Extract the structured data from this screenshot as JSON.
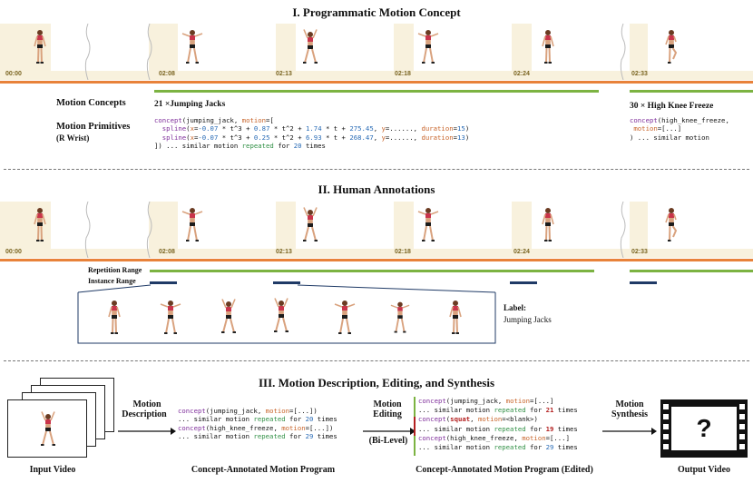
{
  "section1": {
    "title": "I. Programmatic Motion Concept",
    "timestamps": [
      "00:00",
      "02:08",
      "02:13",
      "02:18",
      "02:24",
      "02:33"
    ],
    "motion_concepts_label": "Motion Concepts",
    "motion_primitives_label": "Motion Primitives",
    "motion_primitives_sub": "(R Wrist)",
    "concept1_heading": "21 ×Jumping Jacks",
    "concept2_heading": "30 × High Knee Freeze",
    "code1": {
      "l1_fn": "concept",
      "l1_open": "(jumping_jack, ",
      "l1_kw": "motion",
      "l1_rest": "=[",
      "l2_fn": "  spline",
      "l2_p1": "(",
      "l2_x": "x",
      "l2_a": "=",
      "l2_n1": "-0.07",
      "l2_b": " * t^3 + ",
      "l2_n2": "0.87",
      "l2_c": " * t^2 + ",
      "l2_n3": "1.74",
      "l2_d": " * t + ",
      "l2_n4": "275.45",
      "l2_e": ", ",
      "l2_y": "y",
      "l2_f": "=......, ",
      "l2_dur": "duration",
      "l2_g": "=",
      "l2_n5": "15",
      "l2_h": ")",
      "l3_fn": "  spline",
      "l3_p1": "(",
      "l3_x": "x",
      "l3_a": "=",
      "l3_n1": "-0.07",
      "l3_b": " * t^3 + ",
      "l3_n2": "0.25",
      "l3_c": " * t^2 + ",
      "l3_n3": "6.93",
      "l3_d": " * t + ",
      "l3_n4": "268.47",
      "l3_e": ", ",
      "l3_y": "y",
      "l3_f": "=......, ",
      "l3_dur": "duration",
      "l3_g": "=",
      "l3_n5": "13",
      "l3_h": ")",
      "l4_a": "]) ... similar motion ",
      "l4_kw": "repeated",
      "l4_b": " for ",
      "l4_n": "20",
      "l4_c": " times"
    },
    "code2": {
      "l1_fn": "concept",
      "l1_rest": "(high_knee_freeze,",
      "l2_kw": " motion",
      "l2_rest": "=[...]",
      "l3": ") ... similar motion"
    }
  },
  "section2": {
    "title": "II. Human Annotations",
    "timestamps": [
      "00:00",
      "02:08",
      "02:13",
      "02:18",
      "02:24",
      "02:33"
    ],
    "repetition_range_label": "Repetition Range",
    "instance_range_label": "Instance Range",
    "label_title": "Label:",
    "label_value": "Jumping Jacks"
  },
  "section3": {
    "title": "III. Motion Description, Editing, and Synthesis",
    "motion_description": [
      "Motion",
      "Description"
    ],
    "motion_editing": [
      "Motion",
      "Editing"
    ],
    "bi_level": "(Bi-Level)",
    "motion_synthesis": [
      "Motion",
      "Synthesis"
    ],
    "question_mark": "?",
    "input_video_label": "Input Video",
    "program_label": "Concept-Annotated Motion Program",
    "program_edited_label": "Concept-Annotated Motion Program (Edited)",
    "output_video_label": "Output Video",
    "prog": {
      "l1_fn": "concept",
      "l1_a": "(jumping_jack, ",
      "l1_kw": "motion",
      "l1_b": "=[...])",
      "l2_a": "... similar motion ",
      "l2_kw": "repeated",
      "l2_b": " for ",
      "l2_n": "20",
      "l2_c": " times",
      "l3_fn": "concept",
      "l3_a": "(high_knee_freeze, ",
      "l3_kw": "motion",
      "l3_b": "=[...])",
      "l4_a": "... similar motion ",
      "l4_kw": "repeated",
      "l4_b": " for ",
      "l4_n": "29",
      "l4_c": " times"
    },
    "prog_edit": {
      "l1_fn": "concept",
      "l1_a": "(jumping_jack, ",
      "l1_kw": "motion",
      "l1_b": "=[...]",
      "l2_a": "... similar motion ",
      "l2_kw": "repeated",
      "l2_b": " for ",
      "l2_n": "21",
      "l2_c": " times",
      "l3_fn": "concept",
      "l3_a": "(",
      "l3_sq": "squat",
      "l3_b": ", ",
      "l3_kw": "motion",
      "l3_c": "=<blank>)",
      "l4_a": "... similar motion ",
      "l4_kw": "repeated",
      "l4_b": " for ",
      "l4_n": "19",
      "l4_c": " times",
      "l5_fn": "concept",
      "l5_a": "(high_knee_freeze, ",
      "l5_kw": "motion",
      "l5_b": "=[...]",
      "l6_a": "... similar motion ",
      "l6_kw": "repeated",
      "l6_b": " for ",
      "l6_n": "29",
      "l6_c": " times"
    }
  },
  "colors": {
    "timeline_orange": "#e8823a",
    "range_green": "#7cb342",
    "instance_navy": "#1f3a66",
    "number_red": "#b32020",
    "keyword_purple": "#7e2d9a",
    "keyword_orange": "#c8642a",
    "number_blue": "#2a6cb6"
  }
}
